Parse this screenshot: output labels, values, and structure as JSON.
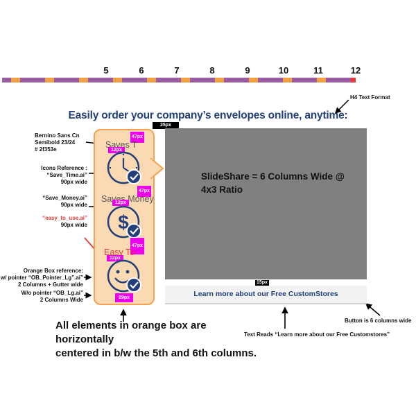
{
  "ruler": {
    "numbers": [
      "5",
      "6",
      "7",
      "8",
      "9",
      "10",
      "11",
      "12"
    ],
    "colors": {
      "column": "#9b5ea5",
      "gutter": "#f0a040",
      "end": "#e53935"
    }
  },
  "headline": "Easily order your company’s envelopes online, anytime:",
  "h4_note": "H4 Text Format",
  "spacing": {
    "gap_25": "25px",
    "gap_15": "15px",
    "pad_47a": "47px",
    "pad_47b": "47px",
    "pad_47c": "47px",
    "pad_12a": "12px",
    "pad_12b": "12px",
    "pad_12c": "12px",
    "pad_29": "29px"
  },
  "items": [
    {
      "label": "Saves T",
      "icon": "clock-check-icon"
    },
    {
      "label": "Saves Money",
      "icon": "dollar-check-icon"
    },
    {
      "label": "Easy To",
      "icon": "smiley-check-icon"
    }
  ],
  "notes": {
    "font": [
      "Bernino Sans Cn",
      "Semibold 23/24",
      "# 2f353e"
    ],
    "icons_ref": [
      "Icons Reference :",
      "“Save_Time.ai”",
      "90px wide"
    ],
    "money_ref": [
      "“Save_Money.ai”",
      "90px wide"
    ],
    "easy_ref": [
      "“easy_to_use.ai”",
      "90px wide"
    ],
    "orange_ref": [
      "Orange Box reference:",
      "w/ pointer “OB_Pointer_Lg”.ai”",
      "2 Columns + Gutter wide",
      "W/o pointer “OB_Lg.ai”",
      "2 Columns Wide"
    ]
  },
  "slide": {
    "line1": "SlideShare = 6 Columns Wide @",
    "line2": "4x3 Ratio"
  },
  "button": {
    "label": "Learn more about our Free CustomStores",
    "note": "Button is 6 columns wide"
  },
  "text_reads_note": "Text Reads “Learn more about our Free Customstores”",
  "bottom_note": {
    "line1": "All elements in orange box are horizontally",
    "line2": "centered in b/w the 5th and 6th columns."
  },
  "colors": {
    "headline": "#23407a",
    "icon": "#23407a",
    "magenta": "#ee00ee",
    "orange_fill": "#fbd9b3",
    "orange_border": "#f4a24f",
    "slide": "#808080",
    "red_note": "#e53935"
  }
}
